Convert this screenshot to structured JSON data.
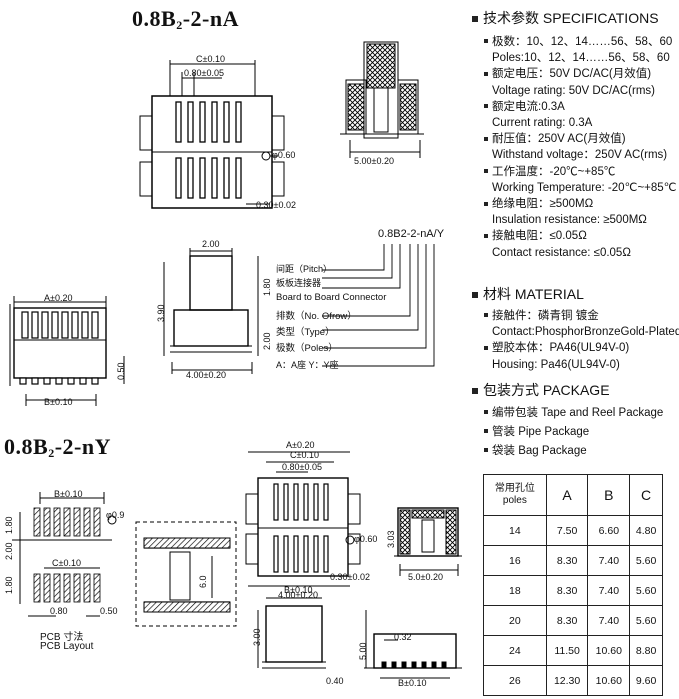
{
  "titles": {
    "top_prefix": "0.8B",
    "top_sub": "2",
    "top_suffix": "-2-nA",
    "bottom_prefix": "0.8B",
    "bottom_sub": "2",
    "bottom_suffix": "-2-nY"
  },
  "drawing_dims": {
    "c_tol": "C±0.10",
    "pitch": "0.80±0.05",
    "phi": "φ0.60",
    "pin_offset": "0.30±0.02",
    "side_width": "5.00±0.20",
    "w200": "2.00",
    "h390": "3.90",
    "h180": "1.80",
    "h200": "2.00",
    "w400": "4.00±0.20",
    "a_tol": "A±0.20",
    "b_tol": "B±0.10",
    "h050": "0.50",
    "phi09": "φ0.9",
    "v180": "1.80",
    "v200": "2.00",
    "v180b": "1.80",
    "c_tol2": "C±0.10",
    "w080": "0.80",
    "w050": "0.50",
    "pcb_cn": "PCB 寸法",
    "pcb_en": "PCB Layout",
    "a_tol3": "A±0.20",
    "c_tol3": "C±0.10",
    "pitch3": "0.80±0.05",
    "b_tol3": "B±0.10",
    "phi3": "φ0.60",
    "offset3": "0.30±0.02",
    "w400b": "4.00±0.20",
    "h300": "3.00",
    "h040": "0.40",
    "h032": "0.32",
    "h303": "3.03",
    "h500": "5.00",
    "w5b": "5.0±0.20",
    "v60": "6.0",
    "b_tol4": "B±0.10"
  },
  "part_code": {
    "code": "0.8B2-2-nA/Y",
    "pitch": "间距（Pitch）",
    "board_cn": "板板连接器",
    "board_en": "Board to Board Connector",
    "poles_ofrow": "排数（No. Ofrow）",
    "type": "类型（Type）",
    "poles": "极数（Poles）",
    "ay": "A：A座   Y：Y座"
  },
  "spec": {
    "head": "技术参数 SPECIFICATIONS",
    "lines": [
      "极数：10、12、14……56、58、60",
      "Poles:10、12、14……56、58、60",
      "额定电压：50V DC/AC(月效值)",
      "Voltage rating: 50V DC/AC(rms)",
      "额定电流:0.3A",
      "Current rating: 0.3A",
      "耐压值：250V AC(月效值)",
      "Withstand voltage：250V AC(rms)",
      "工作温度：-20℃~+85℃",
      "Working Temperature: -20℃~+85℃",
      "绝缘电阻：≥500MΩ",
      "Insulation resistance: ≥500MΩ",
      "接触电阻：≤0.05Ω",
      "Contact resistance: ≤0.05Ω"
    ],
    "bullet_flags": [
      true,
      false,
      true,
      false,
      true,
      false,
      true,
      false,
      true,
      false,
      true,
      false,
      true,
      false
    ]
  },
  "material": {
    "head": "材料 MATERIAL",
    "lines": [
      "接触件：磷青铜   镀金",
      "Contact:PhosphorBronzeGold-Plated",
      "塑胶本体：PA46(UL94V-0)",
      "Housing: Pa46(UL94V-0)"
    ]
  },
  "package": {
    "head": "包装方式 PACKAGE",
    "lines": [
      "编带包装 Tape and Reel Package",
      "管装 Pipe Package",
      "袋装 Bag Package"
    ]
  },
  "table": {
    "head_cn": "常用孔位",
    "head_en": "poles",
    "cols": [
      "A",
      "B",
      "C"
    ],
    "rows": [
      [
        "14",
        "7.50",
        "6.60",
        "4.80"
      ],
      [
        "16",
        "8.30",
        "7.40",
        "5.60"
      ],
      [
        "18",
        "8.30",
        "7.40",
        "5.60"
      ],
      [
        "20",
        "8.30",
        "7.40",
        "5.60"
      ],
      [
        "24",
        "11.50",
        "10.60",
        "8.80"
      ],
      [
        "26",
        "12.30",
        "10.60",
        "9.60"
      ]
    ]
  }
}
